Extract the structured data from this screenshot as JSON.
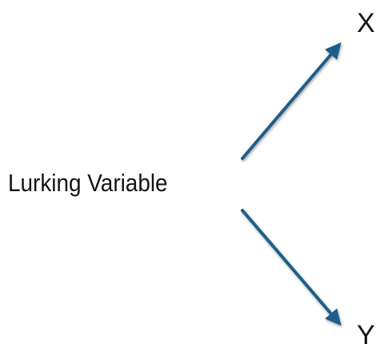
{
  "diagram": {
    "source": {
      "label": "Lurking Variable"
    },
    "targets": [
      {
        "id": "x",
        "label": "X"
      },
      {
        "id": "y",
        "label": "Y"
      }
    ],
    "edges": [
      {
        "from": "Lurking Variable",
        "to": "X"
      },
      {
        "from": "Lurking Variable",
        "to": "Y"
      }
    ],
    "colors": {
      "arrow": "#1f5f8b",
      "text": "#141414"
    }
  }
}
